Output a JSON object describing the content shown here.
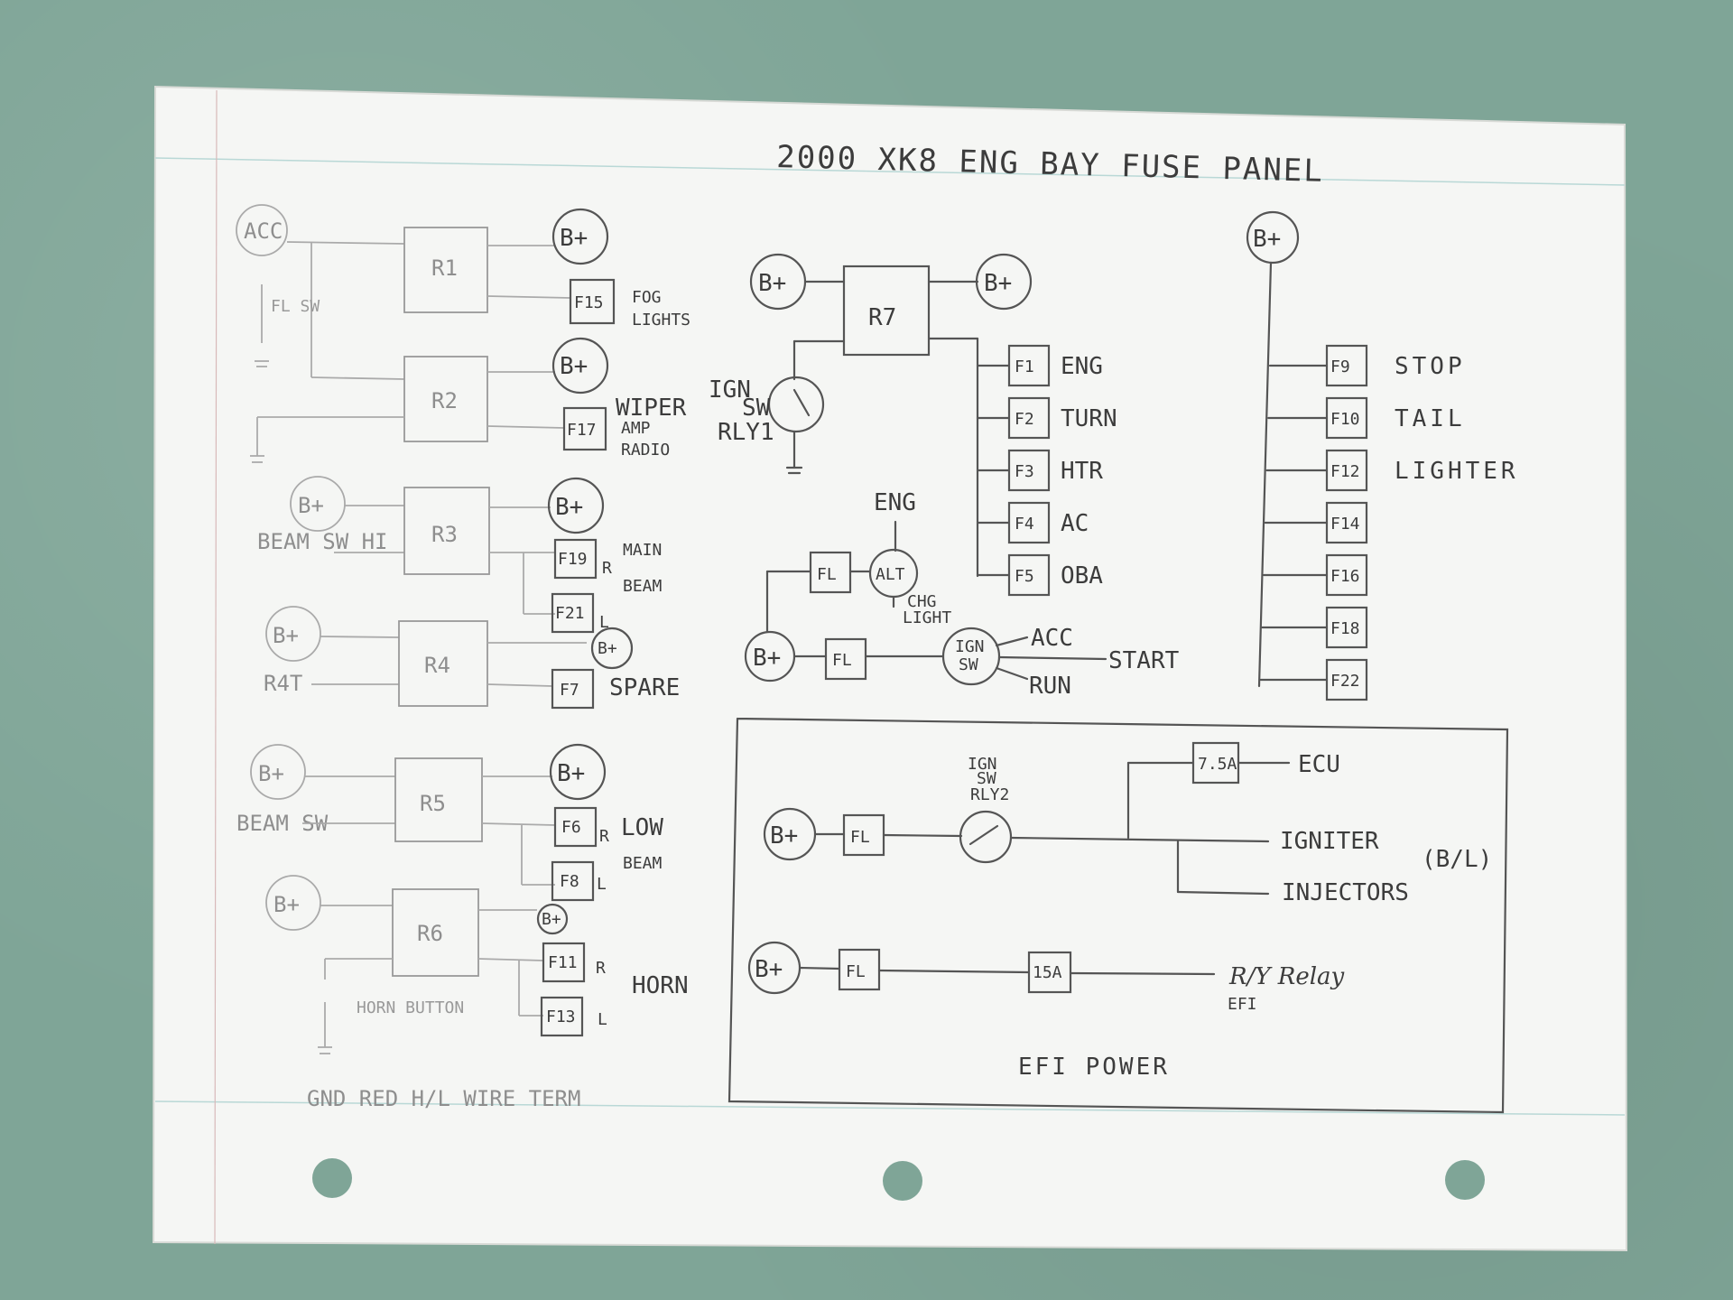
{
  "title": "2000 XK8 ENG BAY FUSE PANEL",
  "footer_note": "GND RED H/L WIRE TERM",
  "efi_label": "EFI POWER",
  "relays": {
    "r1": {
      "name": "R1",
      "in": "ACC",
      "out": "B+",
      "fuse": "F15",
      "fuse_label_1": "FOG",
      "fuse_label_2": "LIGHTS",
      "switch": "FL SW"
    },
    "r2": {
      "name": "R2",
      "out": "B+",
      "fuse": "F17",
      "fuse_label_1": "WIPER",
      "fuse_label_2": "AMP",
      "fuse_label_3": "RADIO"
    },
    "r3": {
      "name": "R3",
      "in": "B+",
      "out": "B+",
      "ctrl": "BEAM SW HI",
      "fuse_a": "F19",
      "fuse_a_side": "R",
      "fuse_b": "F21",
      "fuse_b_side": "L",
      "label_1": "MAIN",
      "label_2": "BEAM"
    },
    "r4": {
      "name": "R4",
      "in": "B+",
      "out": "B+",
      "ctrl": "R4T",
      "fuse": "F7",
      "label": "SPARE"
    },
    "r5": {
      "name": "R5",
      "in": "B+",
      "out": "B+",
      "ctrl": "BEAM SW",
      "fuse_a": "F6",
      "fuse_a_side": "R",
      "fuse_b": "F8",
      "fuse_b_side": "L",
      "label_1": "LOW",
      "label_2": "BEAM"
    },
    "r6": {
      "name": "R6",
      "in": "B+",
      "out": "B+",
      "fuse_a": "F11",
      "fuse_a_side": "R",
      "fuse_b": "F13",
      "fuse_b_side": "L",
      "label": "HORN",
      "button": "HORN BUTTON"
    },
    "r7": {
      "name": "R7",
      "in": "B+",
      "out": "B+",
      "relay_label_1": "IGN",
      "relay_label_2": "SW",
      "relay_label_3": "RLY1"
    }
  },
  "r7_fuses": [
    {
      "id": "F1",
      "label": "ENG"
    },
    {
      "id": "F2",
      "label": "TURN"
    },
    {
      "id": "F3",
      "label": "HTR"
    },
    {
      "id": "F4",
      "label": "AC"
    },
    {
      "id": "F5",
      "label": "OBA"
    }
  ],
  "alt": {
    "eng": "ENG",
    "fl": "FL",
    "alt": "ALT",
    "chg_1": "CHG",
    "chg_2": "LIGHT",
    "bplus": "B+"
  },
  "ign": {
    "fl": "FL",
    "sw_1": "IGN",
    "sw_2": "SW",
    "acc": "ACC",
    "start": "START",
    "run": "RUN"
  },
  "right_bus": {
    "source": "B+",
    "fuses": [
      {
        "id": "F9",
        "label": "STOP"
      },
      {
        "id": "F10",
        "label": "TAIL"
      },
      {
        "id": "F12",
        "label": "LIGHTER"
      },
      {
        "id": "F14",
        "label": ""
      },
      {
        "id": "F16",
        "label": ""
      },
      {
        "id": "F18",
        "label": ""
      },
      {
        "id": "F22",
        "label": ""
      }
    ]
  },
  "efi": {
    "row1": {
      "source": "B+",
      "fl": "FL",
      "relay_1": "IGN",
      "relay_2": "SW",
      "relay_3": "RLY2",
      "fuse": "7.5A",
      "ecu": "ECU",
      "igniter": "IGNITER",
      "injectors": "INJECTORS",
      "bl": "(B/L)"
    },
    "row2": {
      "source": "B+",
      "fl": "FL",
      "fuse": "15A",
      "relay": "R/Y Relay",
      "relay_sub": "EFI"
    }
  }
}
